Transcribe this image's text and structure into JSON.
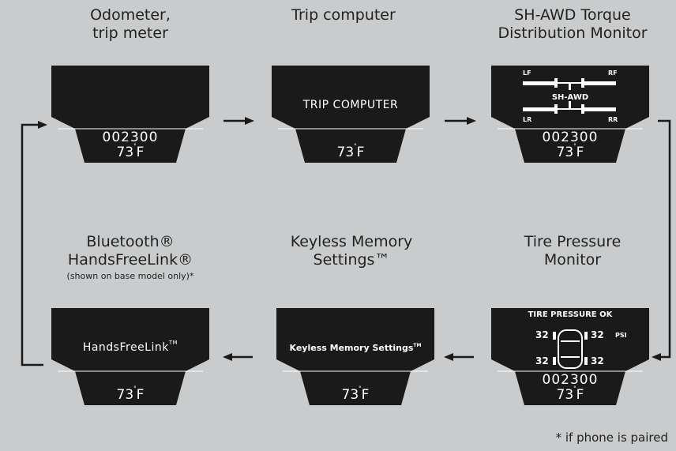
{
  "panels": {
    "odometer": {
      "label_1": "Odometer,",
      "label_2": "trip meter",
      "odo": "002300",
      "temp": "73",
      "unit": "F"
    },
    "trip": {
      "label_1": "Trip computer",
      "message": "TRIP COMPUTER",
      "temp": "73",
      "unit": "F"
    },
    "shawd": {
      "label_1": "SH-AWD Torque",
      "label_2": "Distribution Monitor",
      "lf": "LF",
      "rf": "RF",
      "lr": "LR",
      "rr": "RR",
      "mid": "SH-AWD",
      "odo": "002300",
      "temp": "73",
      "unit": "F"
    },
    "bluetooth": {
      "label_1": "Bluetooth®",
      "label_2": "HandsFreeLink®",
      "label_3": "(shown on base model only)*",
      "message": "HandsFreeLink",
      "tm": "TM",
      "temp": "73",
      "unit": "F"
    },
    "keyless": {
      "label_1": "Keyless Memory",
      "label_2": "Settings™",
      "message": "Keyless Memory Settings",
      "tm": "TM",
      "temp": "73",
      "unit": "F"
    },
    "tire": {
      "label_1": "Tire Pressure",
      "label_2": "Monitor",
      "status": "TIRE PRESSURE OK",
      "fl": "32",
      "fr": "32",
      "rl": "32",
      "rr": "32",
      "psi": "PSI",
      "odo": "002300",
      "temp": "73",
      "unit": "F"
    }
  },
  "footnote": "* if phone is paired",
  "colors": {
    "background": "#c9cbcc",
    "display": "#1a1a1a",
    "text": "#ffffff",
    "arrow": "#1a1a1a"
  }
}
